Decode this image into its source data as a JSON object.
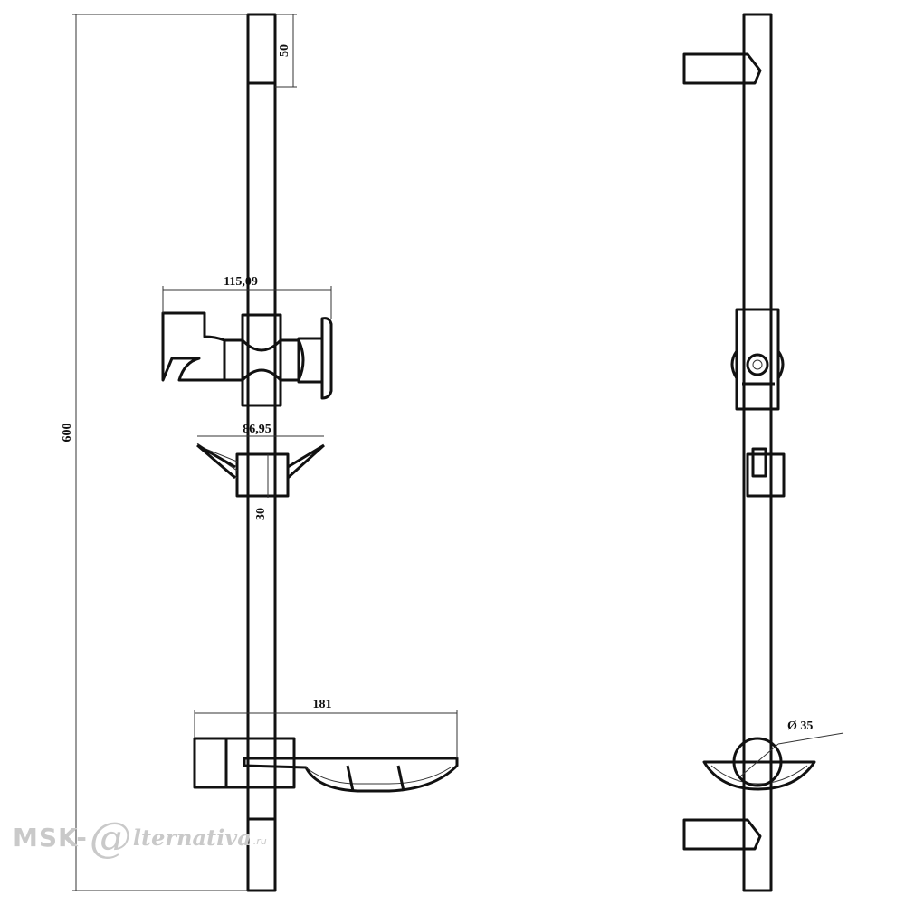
{
  "dimensions": {
    "height_total": "600",
    "top_holder_height": "50",
    "slider_width": "115,09",
    "hook_width": "86,95",
    "hook_height": "30",
    "soap_dish_width": "181",
    "rail_diameter": "Ø 35"
  },
  "watermark": {
    "prefix": "MSK-",
    "at": "@",
    "rest": "lternativa",
    "tld": ".ru"
  }
}
